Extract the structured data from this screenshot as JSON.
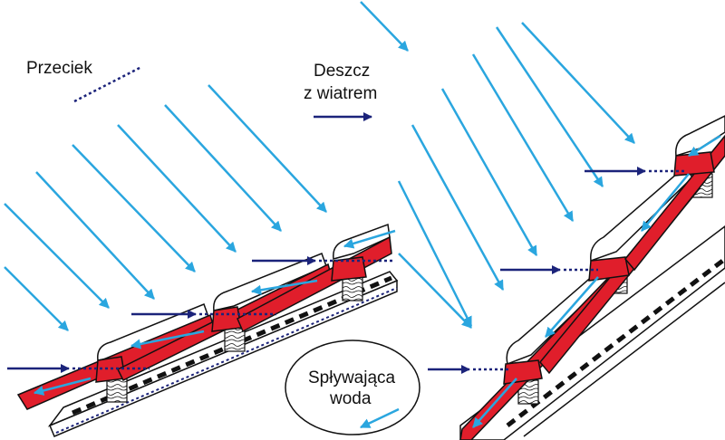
{
  "labels": {
    "leak": "Przeciek",
    "rain_line1": "Deszcz",
    "rain_line2": "z wiatrem",
    "runoff_line1": "Spływająca",
    "runoff_line2": "woda"
  },
  "colors": {
    "rain": "#2aa6df",
    "wind": "#1b237a",
    "tile": "#e01e2b",
    "outline": "#111111",
    "background": "#ffffff"
  },
  "icons": [
    "rain-streak-icon",
    "wind-arrow-icon",
    "leak-path-icon",
    "water-flow-arrow-icon",
    "roof-tile-icon"
  ]
}
